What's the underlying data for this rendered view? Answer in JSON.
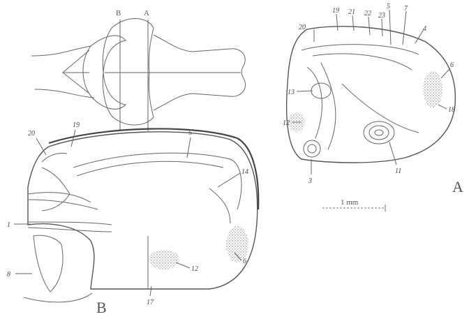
{
  "panel_top": {
    "section_b": "B",
    "section_a": "A"
  },
  "panel_a": {
    "letter": "A",
    "scale_bar": "1 mm",
    "labels": [
      "19",
      "21",
      "22",
      "23",
      "5",
      "7",
      "4",
      "6",
      "20",
      "13",
      "12",
      "18",
      "3",
      "11"
    ]
  },
  "panel_b": {
    "letter": "B",
    "labels": [
      "19",
      "20",
      "5",
      "14",
      "1",
      "6",
      "8",
      "12",
      "17"
    ]
  },
  "colors": {
    "ink": "#555555",
    "stipple": "#888888",
    "background": "#ffffff"
  }
}
